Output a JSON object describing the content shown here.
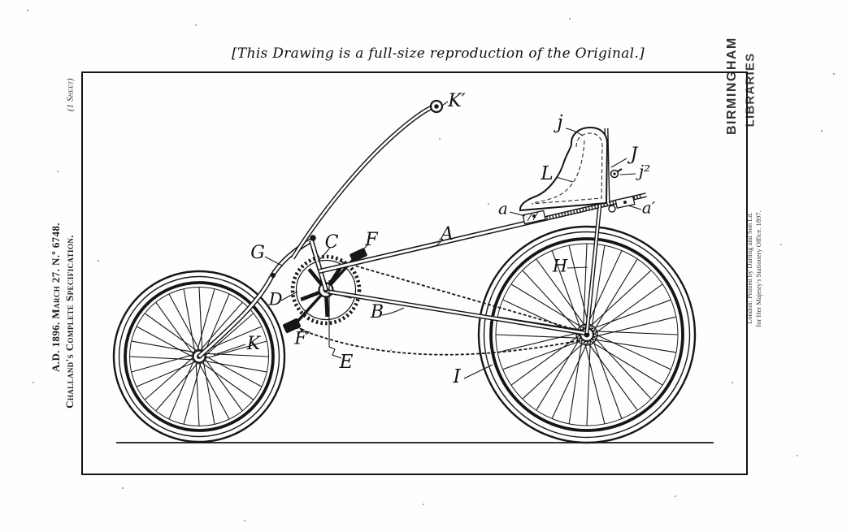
{
  "page": {
    "caption": "[This Drawing is a full-size reproduction of the Original.]",
    "margin_left": {
      "sheet_note": "(1 Sheet)",
      "patent_ref": "A.D. 1896. March 27. N.º 6748.",
      "title": "Challand's Complete Specification."
    },
    "margin_right": {
      "stamp_line1": "BIRMINGHAM",
      "stamp_line2": "LIBRARIES",
      "printer_line1": "London: Printed by Darling and Son Ld.",
      "printer_line2": "for Her Majesty's Stationery Office. 1897."
    },
    "colors": {
      "ink": "#161616",
      "paper": "#fefefc"
    }
  },
  "labels": {
    "k_prime": "K′",
    "j": "j",
    "cap_j": "J",
    "j2": "j²",
    "L": "L",
    "a": "a",
    "a_prime": "a′",
    "A": "A",
    "B": "B",
    "C": "C",
    "D": "D",
    "E": "E",
    "F": "F",
    "F_prime": "F′",
    "G": "G",
    "H": "H",
    "I": "I",
    "K": "K"
  }
}
